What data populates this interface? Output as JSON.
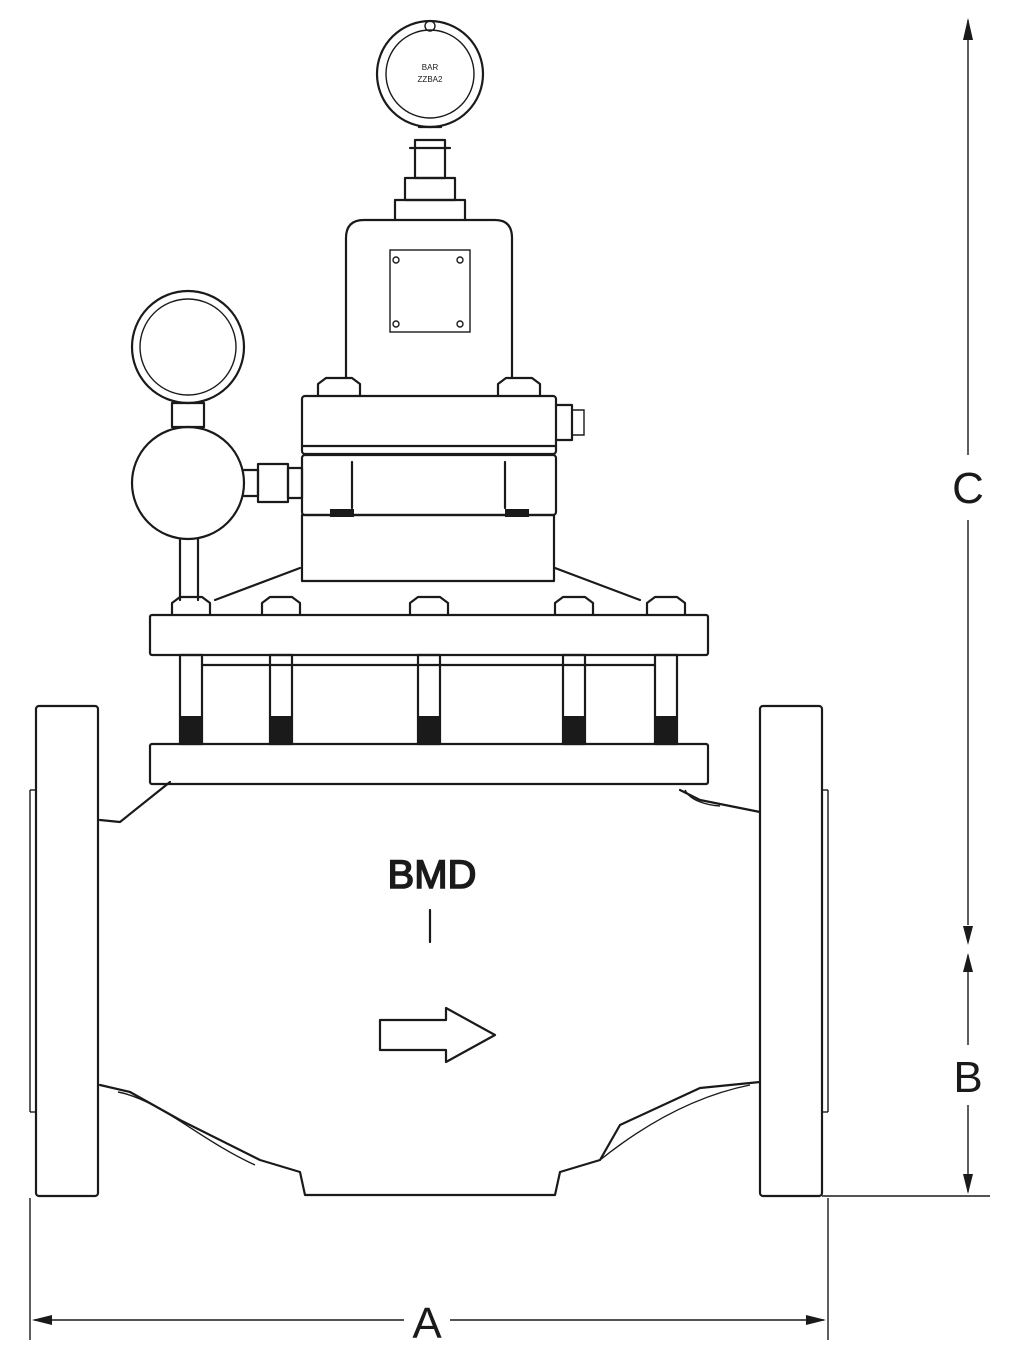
{
  "drawing": {
    "brand_text": "BMD",
    "gauge_face_text_line1": "BAR",
    "gauge_face_text_line2": "ZZBA2",
    "dimensions": {
      "width_label": "A",
      "lower_height_label": "B",
      "upper_height_label": "C"
    }
  },
  "colors": {
    "line": "#1a1a1a",
    "background": "#ffffff"
  }
}
